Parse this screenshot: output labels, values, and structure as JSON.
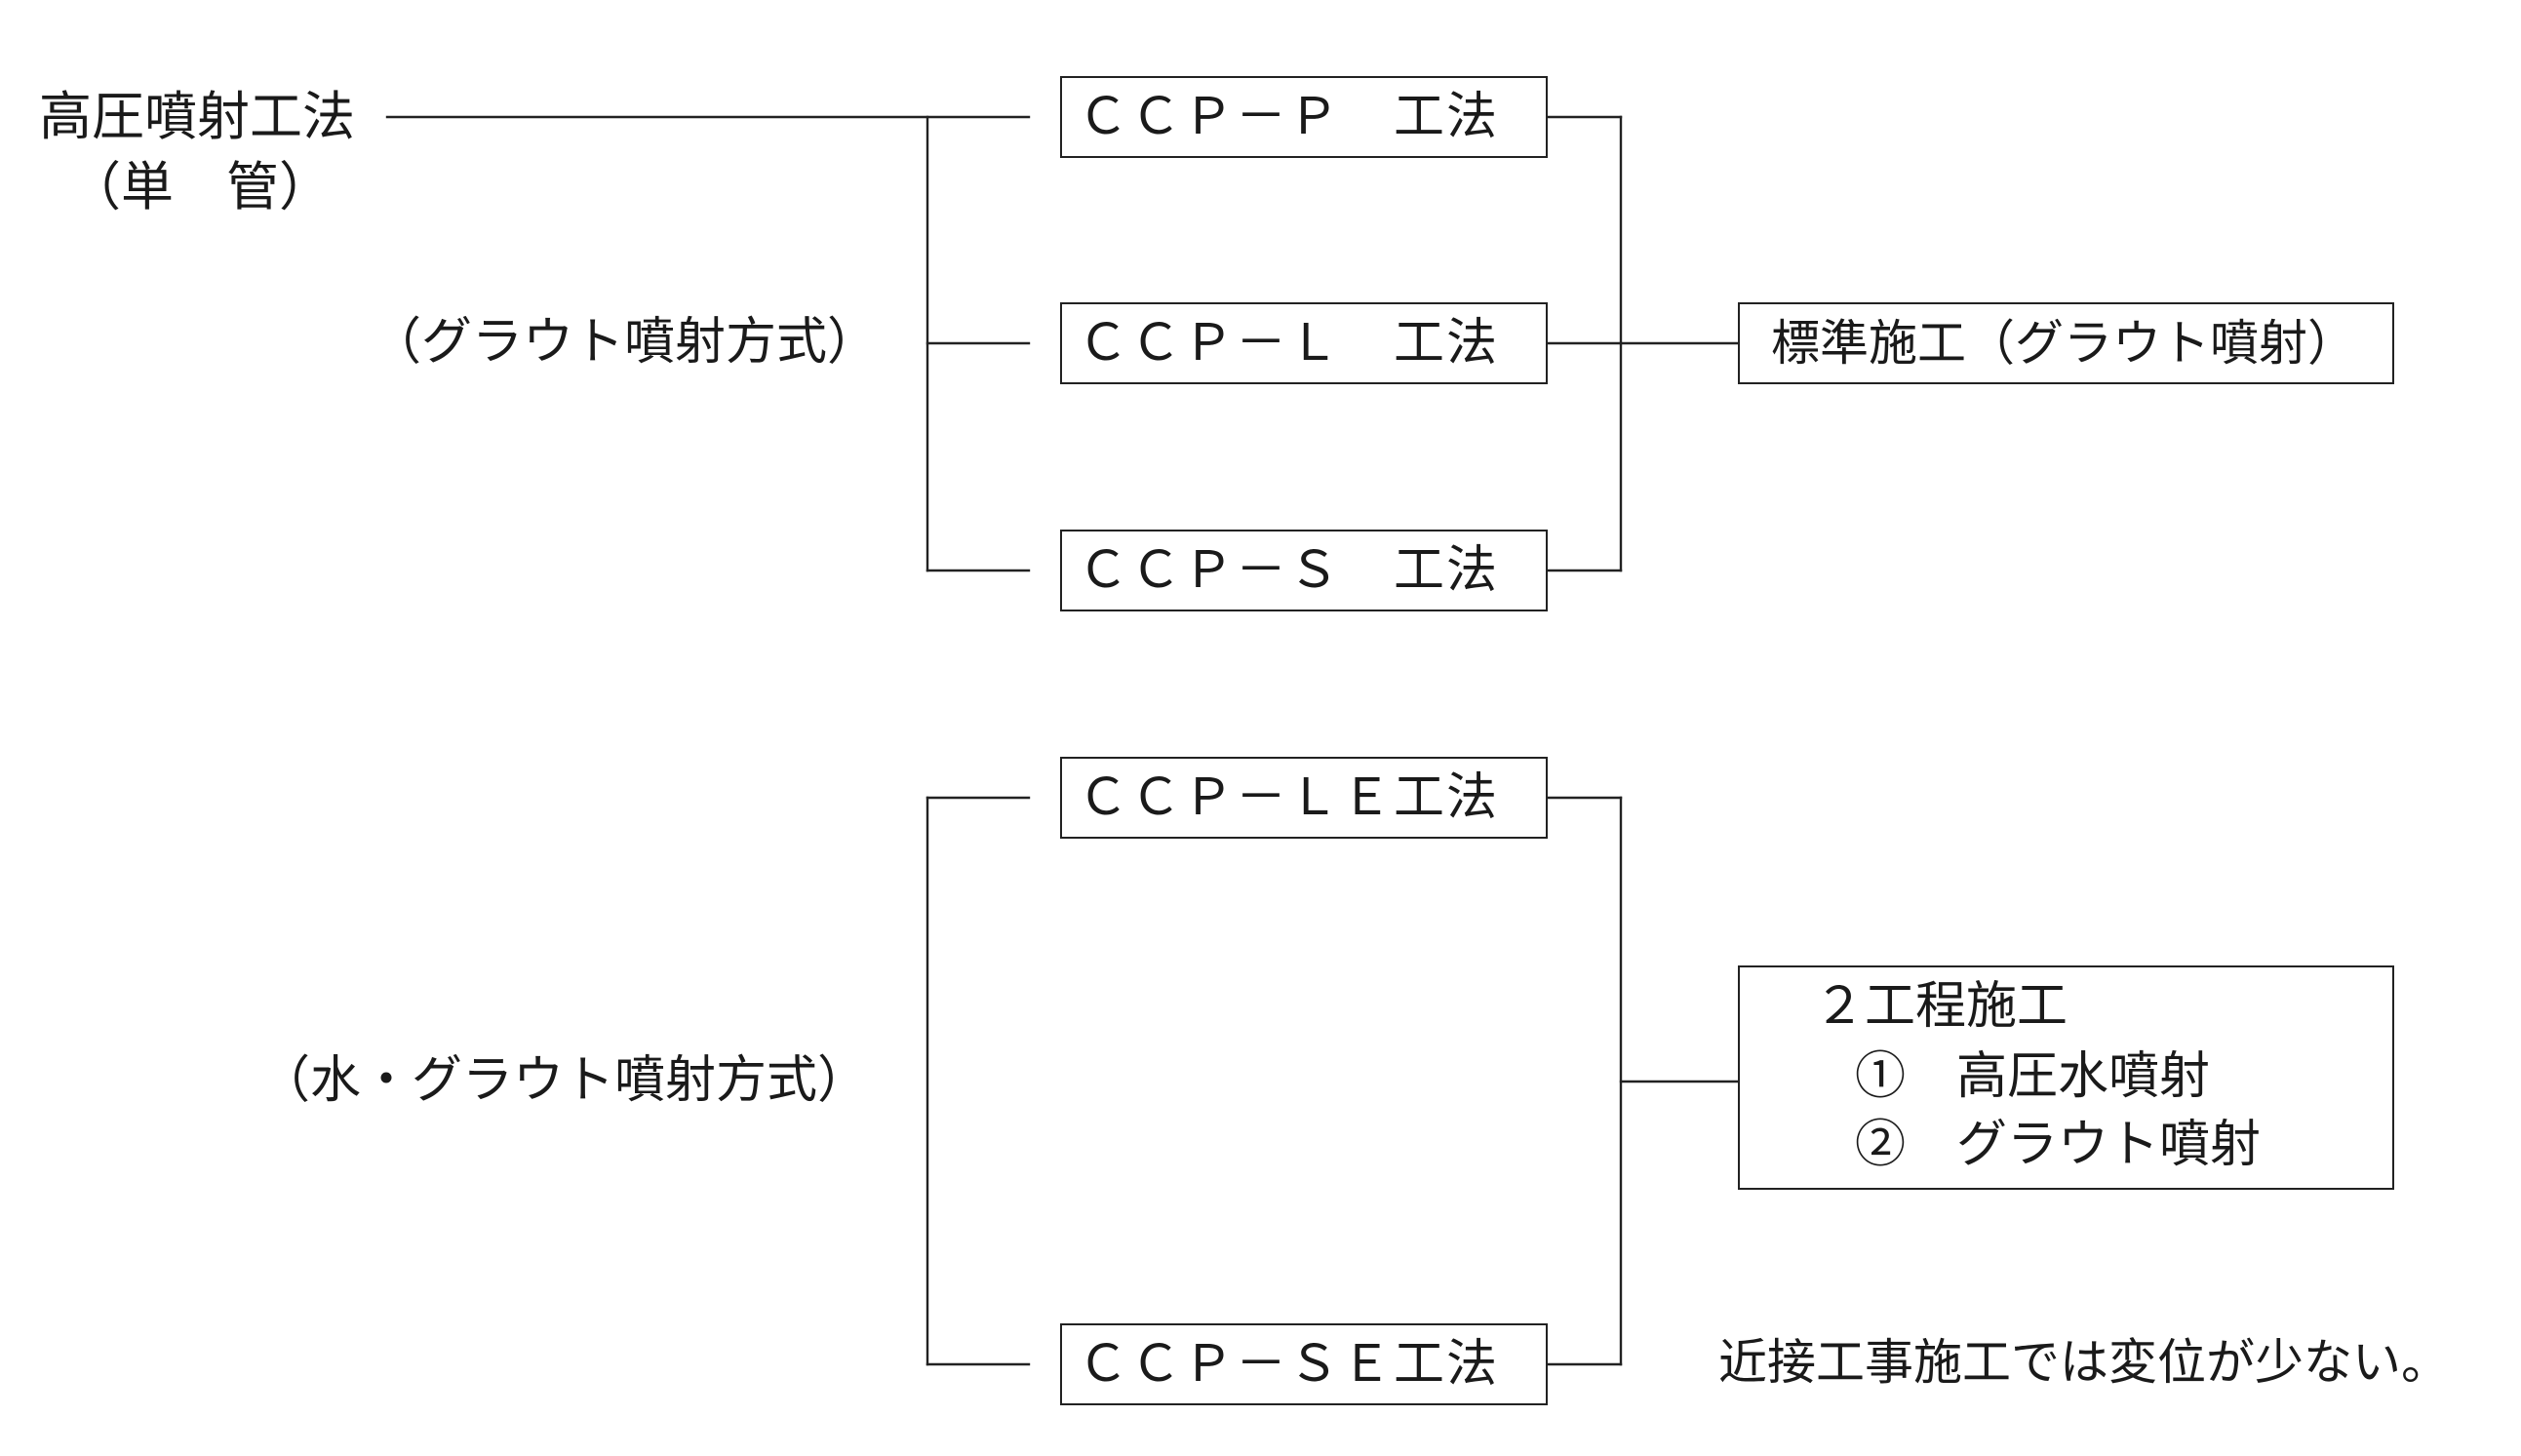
{
  "diagram": {
    "root": {
      "label_line1": "高圧噴射工法",
      "label_line2": "（単　管）"
    },
    "groups": [
      {
        "label": "（グラウト噴射方式）",
        "methods": [
          "ＣＣＰ－Ｐ　工法",
          "ＣＣＰ－Ｌ　工法",
          "ＣＣＰ－Ｓ　工法"
        ],
        "result": "標準施工（グラウト噴射）"
      },
      {
        "label": "（水・グラウト噴射方式）",
        "methods": [
          "ＣＣＰ－ＬＥ工法",
          "ＣＣＰ－ＳＥ工法"
        ],
        "result_title": "２工程施工",
        "result_steps": [
          "①　高圧水噴射",
          "②　グラウト噴射"
        ],
        "note": "近接工事施工では変位が少ない。"
      }
    ]
  }
}
